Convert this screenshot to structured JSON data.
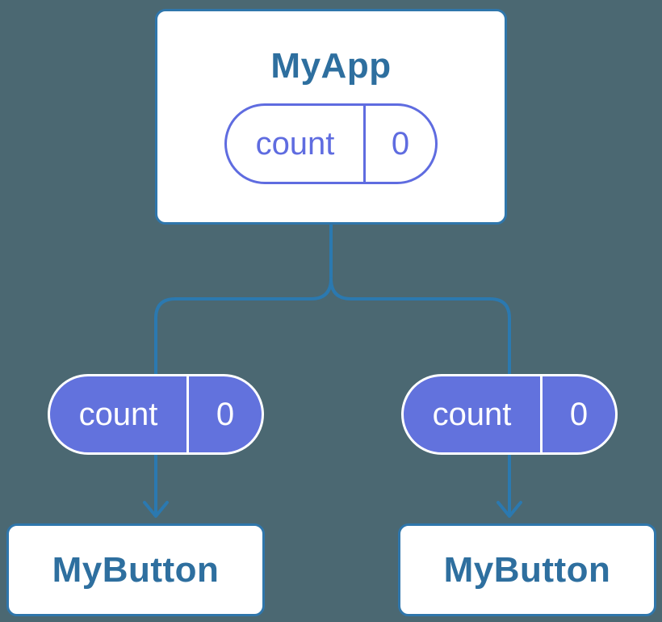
{
  "diagram": {
    "root_component": {
      "title": "MyApp",
      "state": {
        "name": "count",
        "value": "0"
      }
    },
    "props": [
      {
        "name": "count",
        "value": "0"
      },
      {
        "name": "count",
        "value": "0"
      }
    ],
    "children": [
      {
        "title": "MyButton"
      },
      {
        "title": "MyButton"
      }
    ]
  },
  "colors": {
    "background": "#4b6872",
    "line": "#2b79b0",
    "box_border": "#2f76ab",
    "box_fill": "#ffffff",
    "label_text": "#2e6f9f",
    "pill_fill": "#6272dd",
    "pill_outline": "#5f6ce0",
    "pill_text_on_fill": "#ffffff"
  }
}
